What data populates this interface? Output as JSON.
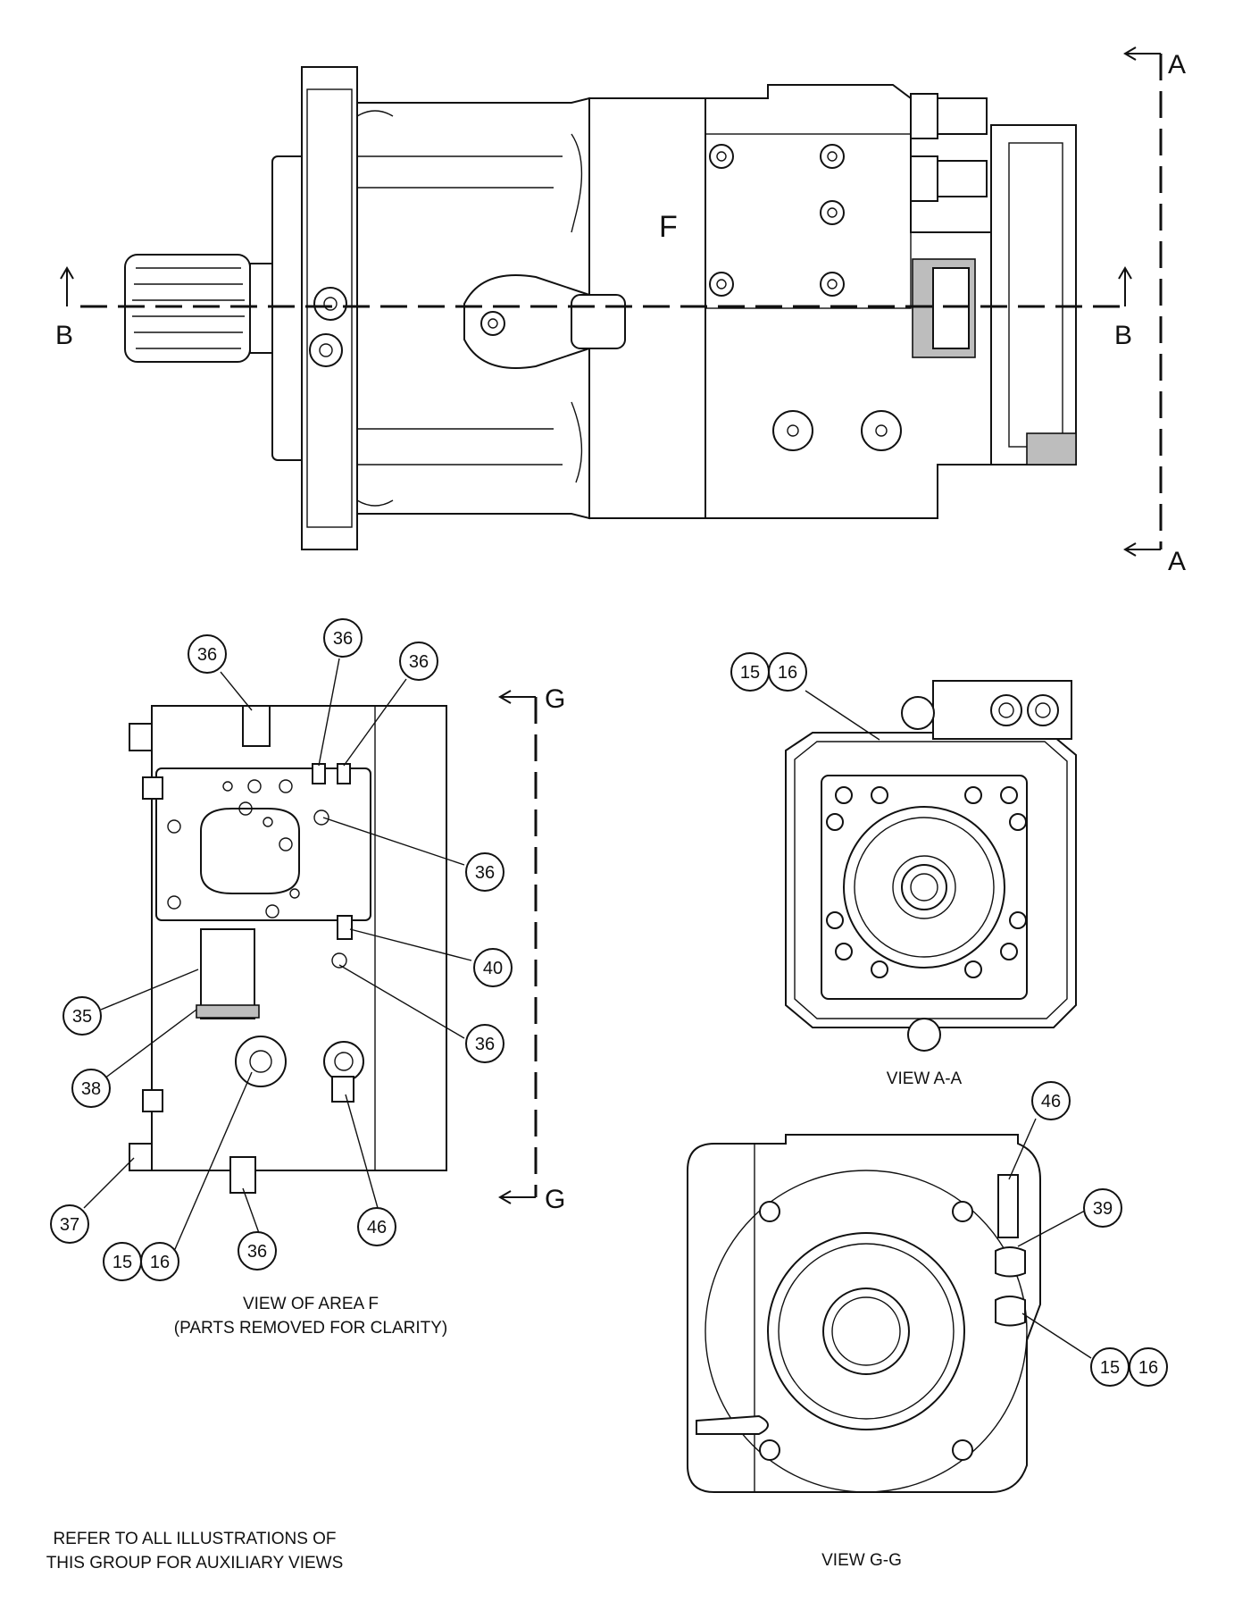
{
  "main_view": {
    "area_label": "F",
    "section_a_top": "A",
    "section_a_bottom": "A",
    "section_b_left": "B",
    "section_b_right": "B"
  },
  "area_f_view": {
    "section_g_top": "G",
    "section_g_bottom": "G",
    "caption_line1": "VIEW OF AREA F",
    "caption_line2": "(PARTS REMOVED FOR CLARITY)",
    "callouts": [
      "36",
      "36",
      "36",
      "36",
      "40",
      "35",
      "36",
      "38",
      "46",
      "37",
      "15",
      "16",
      "36"
    ]
  },
  "view_a_a": {
    "caption": "VIEW A-A",
    "callouts": [
      "15",
      "16"
    ]
  },
  "view_g_g": {
    "caption": "VIEW G-G",
    "callouts": [
      "46",
      "39",
      "15",
      "16"
    ]
  },
  "note": {
    "line1": "REFER TO ALL ILLUSTRATIONS OF",
    "line2": "THIS GROUP FOR AUXILIARY VIEWS"
  }
}
